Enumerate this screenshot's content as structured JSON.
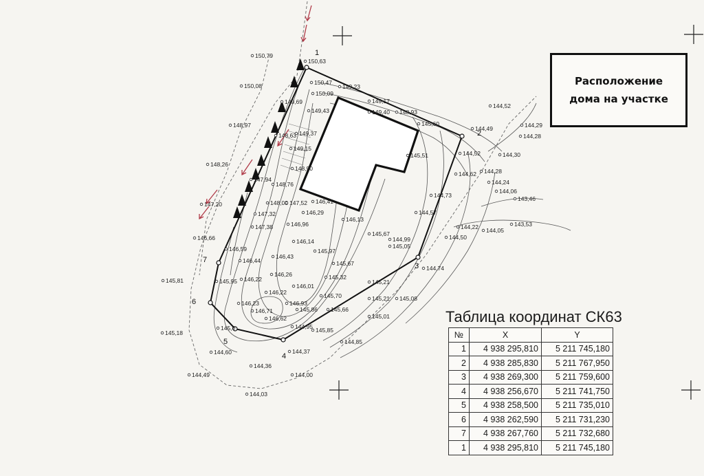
{
  "legend": {
    "line1": "Расположение",
    "line2": "дома на участке"
  },
  "table": {
    "title": "Таблица координат СК63",
    "headers": [
      "№",
      "X",
      "Y"
    ],
    "rows": [
      {
        "n": "1",
        "x": "4 938 295,810",
        "y": "5 211 745,180"
      },
      {
        "n": "2",
        "x": "4 938 285,830",
        "y": "5 211 767,950"
      },
      {
        "n": "3",
        "x": "4 938 269,300",
        "y": "5 211 759,600"
      },
      {
        "n": "4",
        "x": "4 938 256,670",
        "y": "5 211 741,750"
      },
      {
        "n": "5",
        "x": "4 938 258,500",
        "y": "5 211 735,010"
      },
      {
        "n": "6",
        "x": "4 938 262,590",
        "y": "5 211 731,230"
      },
      {
        "n": "7",
        "x": "4 938 267,760",
        "y": "5 211 732,680"
      },
      {
        "n": "1",
        "x": "4 938 295,810",
        "y": "5 211 745,180"
      }
    ]
  },
  "corner_labels": [
    "1",
    "2",
    "3",
    "4",
    "5",
    "6",
    "7"
  ],
  "elevations": [
    "150,79",
    "150,63",
    "150,08",
    "150,47",
    "150,09",
    "149,23",
    "149,69",
    "149,17",
    "149,43",
    "149,40",
    "148,93",
    "148,97",
    "148,63",
    "149,37",
    "145,60",
    "144,52",
    "144,29",
    "144,49",
    "144,28",
    "149,15",
    "148,26",
    "148,90",
    "145,51",
    "144,52",
    "144,30",
    "144,28",
    "147,94",
    "144,62",
    "144,24",
    "148,76",
    "144,06",
    "143,46",
    "147,20",
    "148,08",
    "147,52",
    "146,41",
    "144,73",
    "146,29",
    "147,32",
    "146,13",
    "144,57",
    "143,53",
    "147,38",
    "146,96",
    "145,67",
    "144,22",
    "144,05",
    "146,66",
    "146,14",
    "144,50",
    "144,99",
    "146,59",
    "145,97",
    "145,05",
    "146,43",
    "146,44",
    "145,67",
    "144,74",
    "146,26",
    "145,32",
    "145,81",
    "146,22",
    "145,95",
    "146,01",
    "145,21",
    "146,22",
    "145,70",
    "145,21",
    "145,08",
    "146,23",
    "146,93",
    "146,71",
    "145,86",
    "145,66",
    "145,01",
    "146,62",
    "145,18",
    "145,0",
    "144,95",
    "145,85",
    "144,85",
    "144,60",
    "144,37",
    "144,36",
    "144,00",
    "144,49",
    "144,03"
  ],
  "colors": {
    "boundary": "#111111",
    "arrow": "#b03a48",
    "house_fill": "#ffffff",
    "tree": "#111111"
  }
}
